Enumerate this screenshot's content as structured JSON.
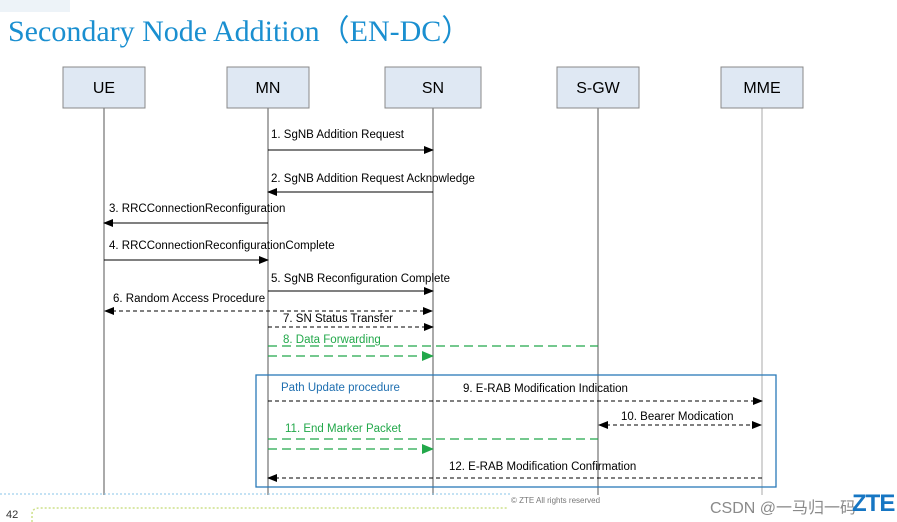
{
  "title": "Secondary Node Addition（EN-DC）",
  "nodes": [
    "UE",
    "MN",
    "SN",
    "S-GW",
    "MME"
  ],
  "messages": [
    "1. SgNB Addition Request",
    "2. SgNB Addition Request Acknowledge",
    "3. RRCConnectionReconfiguration",
    "4. RRCConnectionReconfigurationComplete",
    "5. SgNB Reconfiguration Complete",
    "6. Random Access Procedure",
    "7. SN Status Transfer",
    "8. Data Forwarding",
    "9. E-RAB  Modification Indication",
    "10. Bearer Modication",
    "11. End Marker Packet",
    "12. E-RAB Modification Confirmation"
  ],
  "path_update_label": "Path Update procedure",
  "footer": {
    "page_number": "42",
    "copyright": "© ZTE All rights reserved",
    "watermark": "CSDN @一马归一码",
    "logo": "ZTE"
  },
  "colors": {
    "title": "#1a8fd0",
    "node_fill": "#dfe8f3",
    "green": "#22a84a",
    "box_border": "#2a7ab8",
    "blue_label": "#1f6fb0"
  }
}
